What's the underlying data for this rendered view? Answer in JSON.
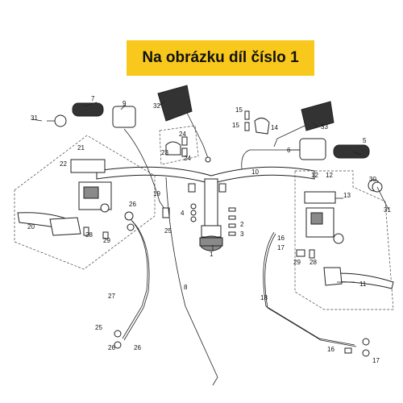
{
  "banner": {
    "text": "Na obrázku díl číslo 1",
    "color": "#f8c81c"
  },
  "callouts": [
    "1",
    "2",
    "3",
    "4",
    "5",
    "6",
    "7",
    "8",
    "9",
    "10",
    "11",
    "12",
    "12",
    "13",
    "14",
    "15",
    "15",
    "16",
    "16",
    "17",
    "17",
    "18",
    "19",
    "20",
    "21",
    "22",
    "23",
    "24",
    "24",
    "25",
    "25",
    "26",
    "26",
    "26",
    "27",
    "28",
    "28",
    "29",
    "29",
    "30",
    "31",
    "31",
    "32",
    "33"
  ]
}
